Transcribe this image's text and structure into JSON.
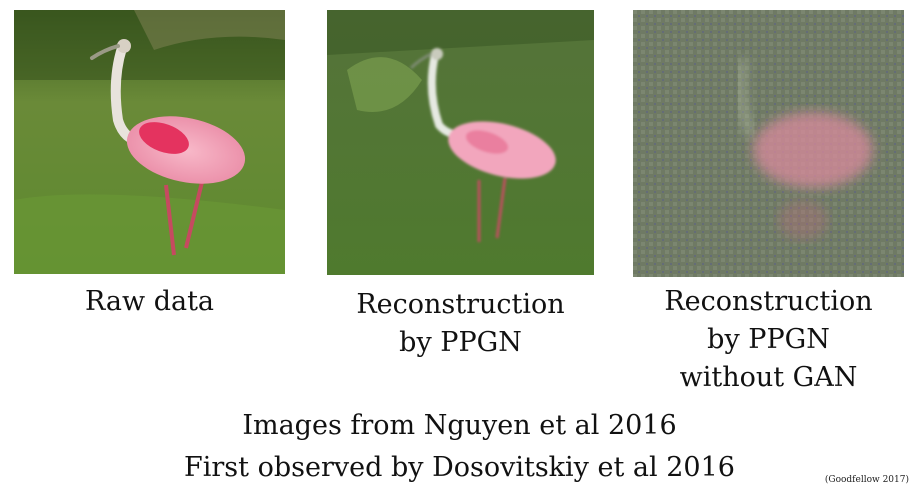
{
  "panels": [
    {
      "caption_lines": [
        "Raw data"
      ],
      "image": "spoonbill-photo"
    },
    {
      "caption_lines": [
        "Reconstruction",
        "by PPGN"
      ],
      "image": "spoonbill-reconstruction"
    },
    {
      "caption_lines": [
        "Reconstruction",
        "by PPGN",
        "without GAN"
      ],
      "image": "spoonbill-noisy-reconstruction"
    }
  ],
  "footer": {
    "line1": "Images from Nguyen et al 2016",
    "line2": "First observed by Dosovitskiy et al 2016"
  },
  "credit": "(Goodfellow 2017)",
  "colors": {
    "grass": "#4f7a2e",
    "bird_pink": "#f2a6bd",
    "bird_red": "#e4335f",
    "noise_bg": "#6f7a64"
  }
}
